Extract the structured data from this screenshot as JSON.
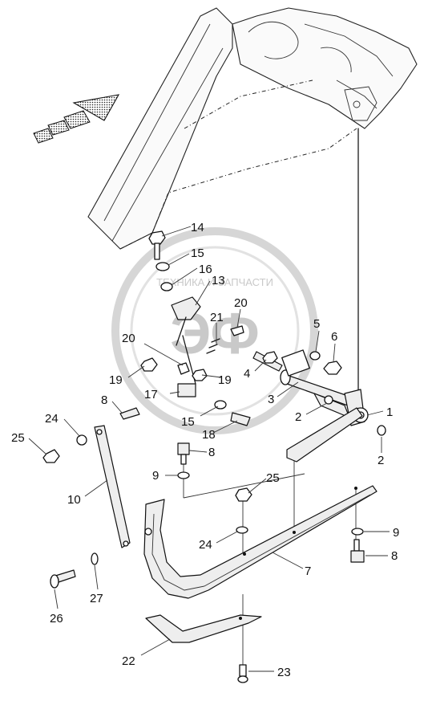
{
  "watermark": {
    "line1": "ТЕХНИКА И ЗАПЧАСТИ",
    "logo": "ЭФ"
  },
  "callouts": [
    {
      "id": "c1",
      "text": "1"
    },
    {
      "id": "c2a",
      "text": "2"
    },
    {
      "id": "c2b",
      "text": "2"
    },
    {
      "id": "c3",
      "text": "3"
    },
    {
      "id": "c4",
      "text": "4"
    },
    {
      "id": "c5",
      "text": "5"
    },
    {
      "id": "c6",
      "text": "6"
    },
    {
      "id": "c7",
      "text": "7"
    },
    {
      "id": "c8a",
      "text": "8"
    },
    {
      "id": "c8b",
      "text": "8"
    },
    {
      "id": "c8c",
      "text": "8"
    },
    {
      "id": "c9a",
      "text": "9"
    },
    {
      "id": "c9b",
      "text": "9"
    },
    {
      "id": "c10",
      "text": "10"
    },
    {
      "id": "c13",
      "text": "13"
    },
    {
      "id": "c14",
      "text": "14"
    },
    {
      "id": "c15a",
      "text": "15"
    },
    {
      "id": "c15b",
      "text": "15"
    },
    {
      "id": "c16",
      "text": "16"
    },
    {
      "id": "c17",
      "text": "17"
    },
    {
      "id": "c18",
      "text": "18"
    },
    {
      "id": "c19a",
      "text": "19"
    },
    {
      "id": "c19b",
      "text": "19"
    },
    {
      "id": "c20a",
      "text": "20"
    },
    {
      "id": "c20b",
      "text": "20"
    },
    {
      "id": "c21",
      "text": "21"
    },
    {
      "id": "c22",
      "text": "22"
    },
    {
      "id": "c23",
      "text": "23"
    },
    {
      "id": "c24a",
      "text": "24"
    },
    {
      "id": "c24b",
      "text": "24"
    },
    {
      "id": "c25a",
      "text": "25"
    },
    {
      "id": "c25b",
      "text": "25"
    },
    {
      "id": "c26",
      "text": "26"
    },
    {
      "id": "c27",
      "text": "27"
    }
  ]
}
